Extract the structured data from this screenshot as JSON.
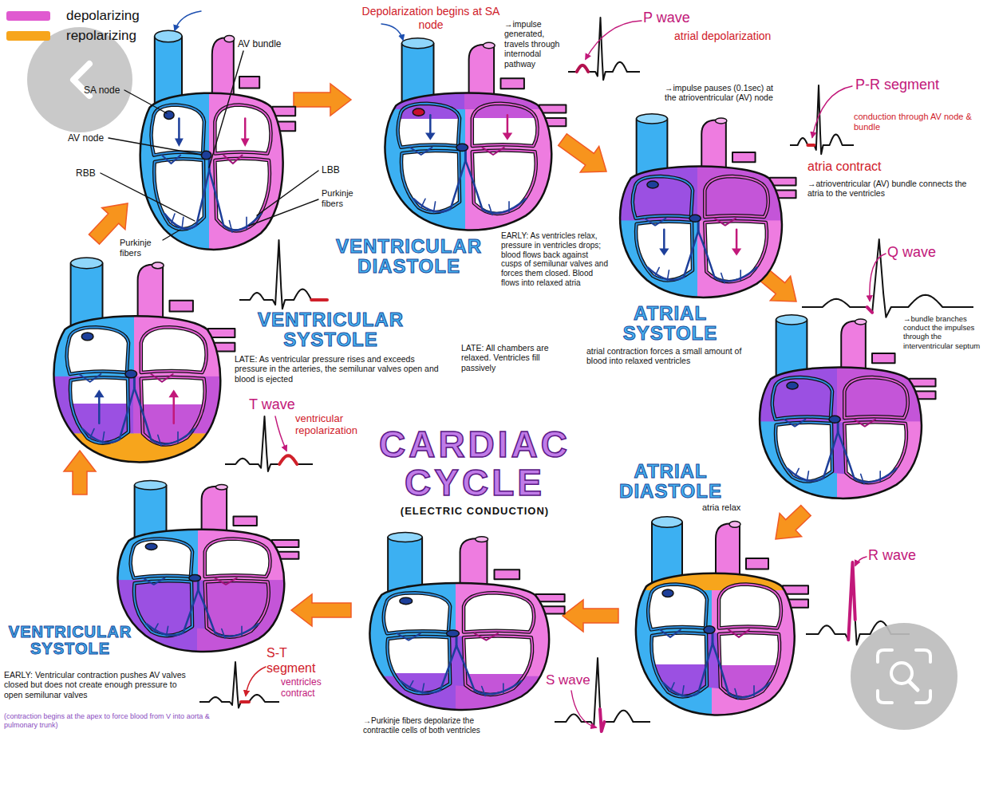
{
  "diagram": {
    "title": "CARDIAC CYCLE",
    "labels": [
      "AV bundle",
      "SA node",
      "AV node",
      "RBB",
      "LBB",
      "Purkinje fibers",
      "Purkinje fibers",
      "Depolarization begins at SA node",
      "→impulse generated, travels through internodal pathway",
      "P wave",
      "atrial depolarization",
      "→impulse pauses (0.1sec) at the atrioventricular (AV) node",
      "P-R segment",
      "conduction through AV node & bundle",
      "atria contract",
      "→atrioventricular (AV) bundle connects the atria to the ventricles",
      "VENTRICULAR DIASTOLE",
      "EARLY: As ventricles relax, pressure in ventricles drops; blood flows back against cusps of semilunar valves and forces them closed. Blood flows into relaxed atria",
      "Q wave",
      "VENTRICULAR SYSTOLE",
      "ATRIAL SYSTOLE",
      "→bundle branches conduct the impulses through the interventricular septum",
      "LATE: As ventricular pressure rises and exceeds pressure in the arteries, the semilunar valves open and blood is ejected",
      "LATE: All chambers are relaxed. Ventricles fill passively",
      "atrial contraction forces a small amount of blood into relaxed ventricles",
      "T wave",
      "ventricular repolarization",
      "(ELECTRIC CONDUCTION)",
      "ATRIAL DIASTOLE",
      "atria relax",
      "R wave",
      "S-T segment",
      "ventricles contract",
      "S wave",
      "VENTRICULAR SYSTOLE",
      "EARLY: Ventricular contraction pushes AV valves closed but does not create enough pressure to open semilunar valves",
      "(contraction begins at the apex to force blood from V into aorta & pulmonary trunk)",
      "→Purkinje fibers depolarize the contractile cells of both ventricles"
    ],
    "legend": [
      {
        "text": "depolarizing",
        "color": "#e05ad0"
      },
      {
        "text": "repolarizing",
        "color": "#f7a51c"
      }
    ]
  }
}
